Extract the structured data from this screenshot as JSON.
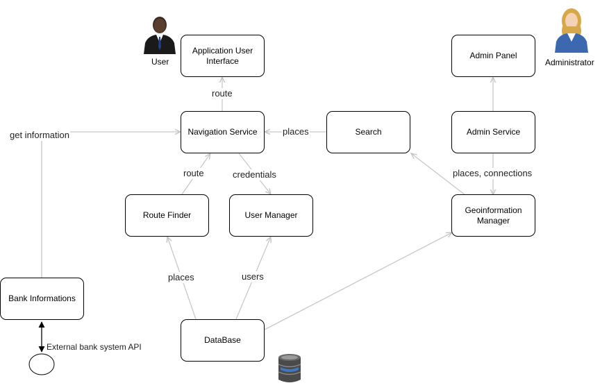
{
  "actors": {
    "user": "User",
    "administrator": "Administrator"
  },
  "nodes": {
    "app_ui": "Application User Interface",
    "navigation": "Navigation Service",
    "search": "Search",
    "admin_panel": "Admin Panel",
    "admin_service": "Admin Service",
    "geo_manager": "Geoinformation Manager",
    "route_finder": "Route Finder",
    "user_manager": "User Manager",
    "bank": "Bank Informations",
    "database": "DataBase"
  },
  "edges": {
    "route_top": "route",
    "places_search": "places",
    "get_information": "get information",
    "route_finder": "route",
    "credentials": "credentials",
    "places_connections": "places, connections",
    "places_db": "places",
    "users_db": "users",
    "external_api": "External bank system API"
  },
  "colors": {
    "edge": "#c8c8c8",
    "api_edge": "#000000",
    "node_border": "#000000"
  },
  "icons": {
    "user": "businessman-icon",
    "administrator": "businesswoman-icon",
    "database": "database-icon",
    "terminal": "circle-endpoint-icon"
  }
}
